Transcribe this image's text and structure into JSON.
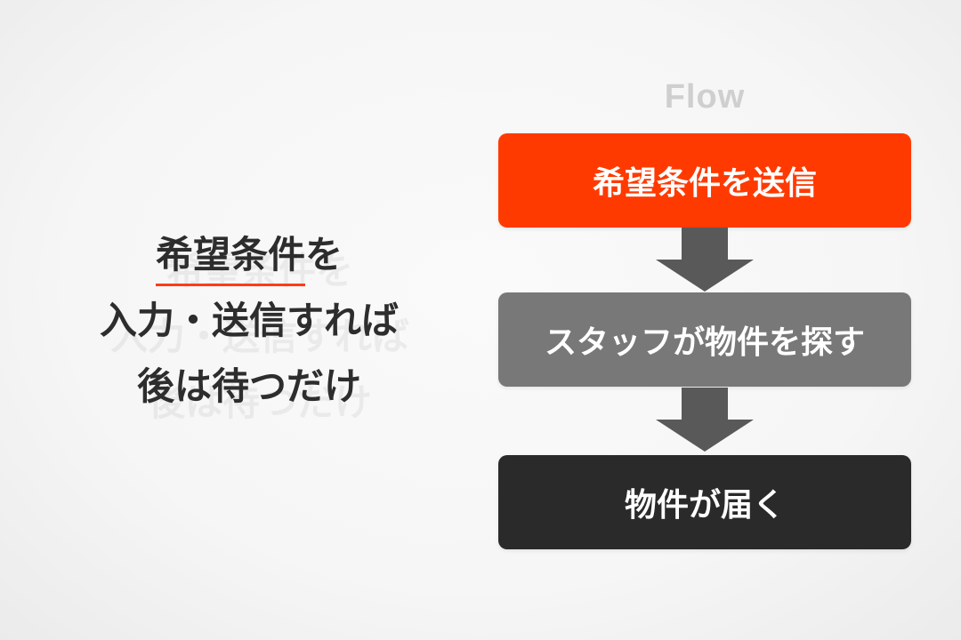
{
  "message": {
    "highlight": "希望条件",
    "line1_rest": "を",
    "line2": "入力・送信すれば",
    "line3": "後は待つだけ"
  },
  "flow": {
    "title": "Flow",
    "steps": [
      {
        "label": "希望条件を送信",
        "color": "#ff3a00"
      },
      {
        "label": "スタッフが物件を探す",
        "color": "#787878"
      },
      {
        "label": "物件が届く",
        "color": "#2a2a2a"
      }
    ],
    "arrow_color": "#595959",
    "highlight_color": "#ff3b1a"
  }
}
